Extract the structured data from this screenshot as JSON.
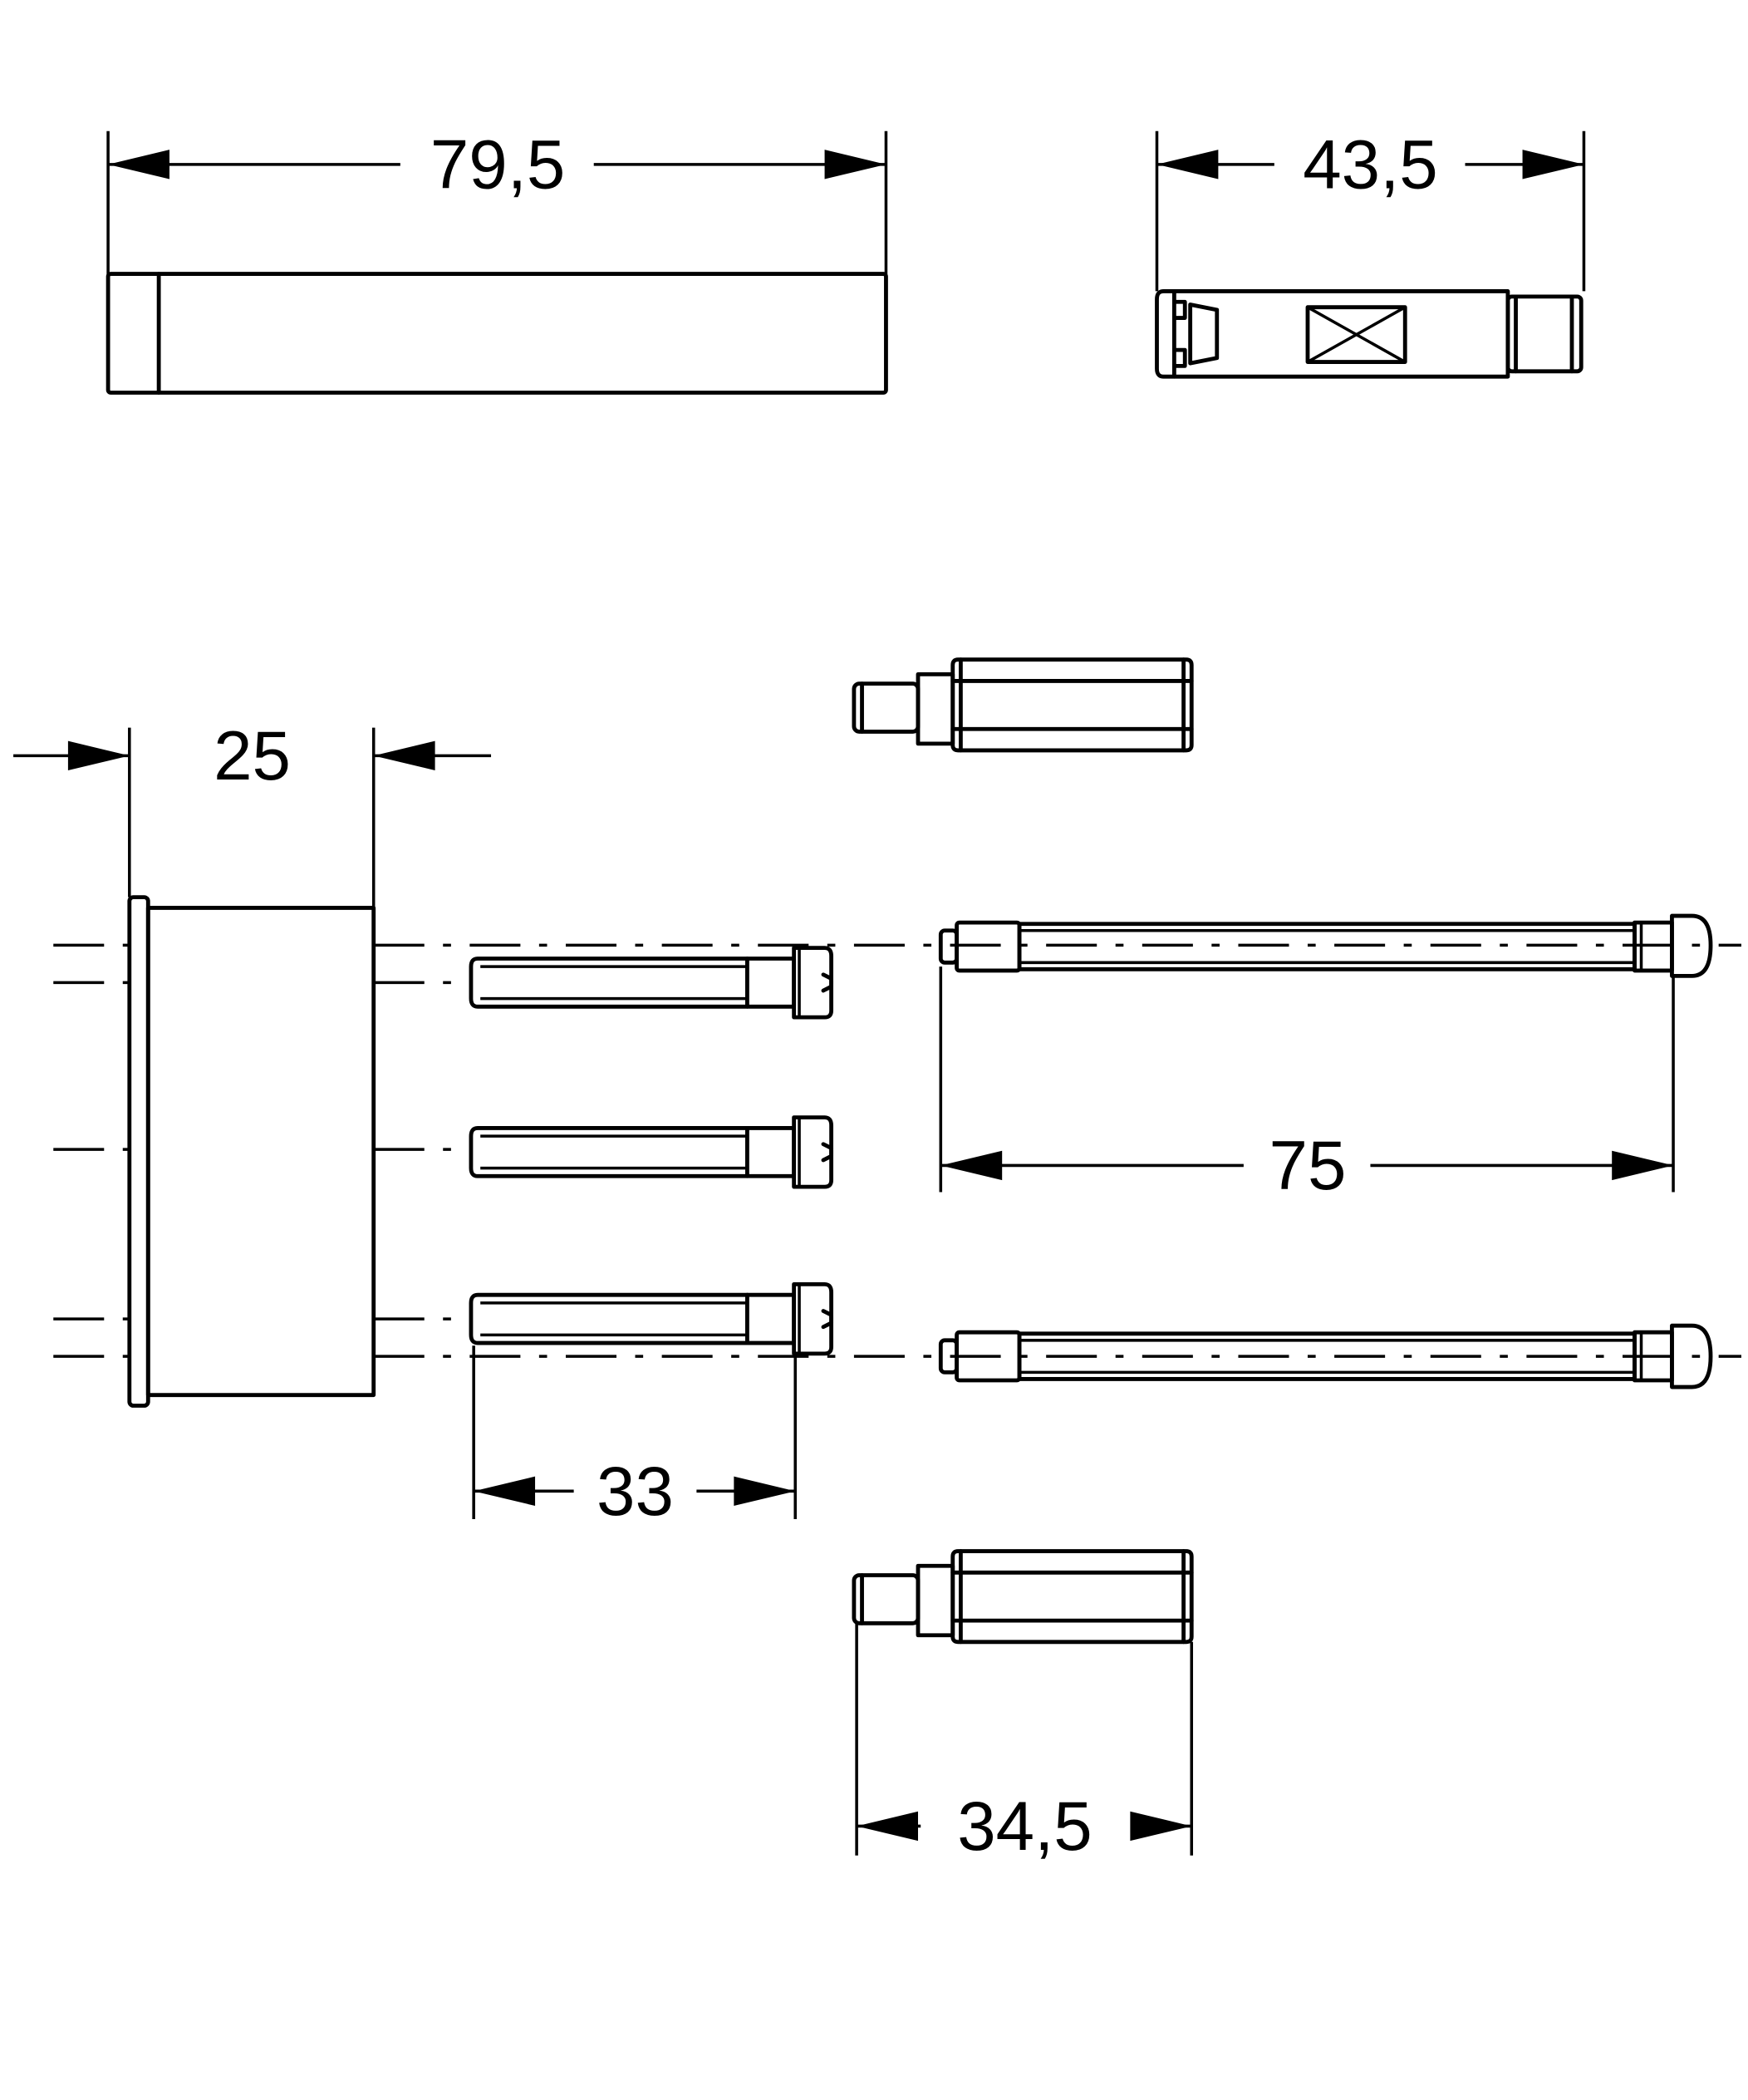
{
  "dimensions": {
    "d1": "79,5",
    "d2": "43,5",
    "d3": "25",
    "d4": "75",
    "d5": "33",
    "d6": "34,5"
  }
}
